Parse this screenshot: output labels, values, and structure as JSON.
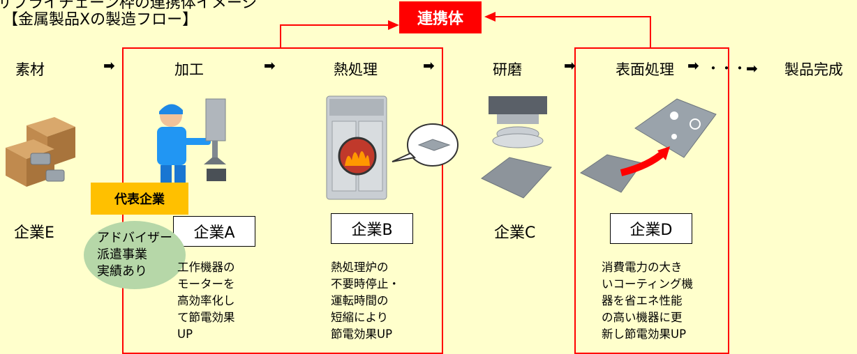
{
  "title_line1": "サプライチェーン枠の連携体イメージ",
  "title_line2": "【金属製品Xの製造フロー】",
  "consortium_label": "連携体",
  "stages": [
    "素材",
    "加工",
    "熱処理",
    "研磨",
    "表面処理",
    "製品完成"
  ],
  "arrow_glyph": "➡",
  "dots": "・・・➡",
  "companies": {
    "e": "企業E",
    "a": "企業A",
    "b": "企業B",
    "c": "企業C",
    "d": "企業D"
  },
  "representative_label": "代表企業",
  "advisor_note": "アドバイザー\n派遣事業\n実績あり",
  "descriptions": {
    "a": "工作機器の\nモーターを\n高効率化し\nて節電効果\nUP",
    "b": "熱処理炉の\n不要時停止・\n運転時間の\n短縮により\n節電効果UP",
    "d": "消費電力の大き\nいコーティング機\n器を省エネ性能\nの高い機器に更\n新し節電効果UP"
  },
  "colors": {
    "background": "#ffffcc",
    "accent_red": "#ff0000",
    "representative": "#ffc000",
    "advisor": "#b6d7a8"
  }
}
